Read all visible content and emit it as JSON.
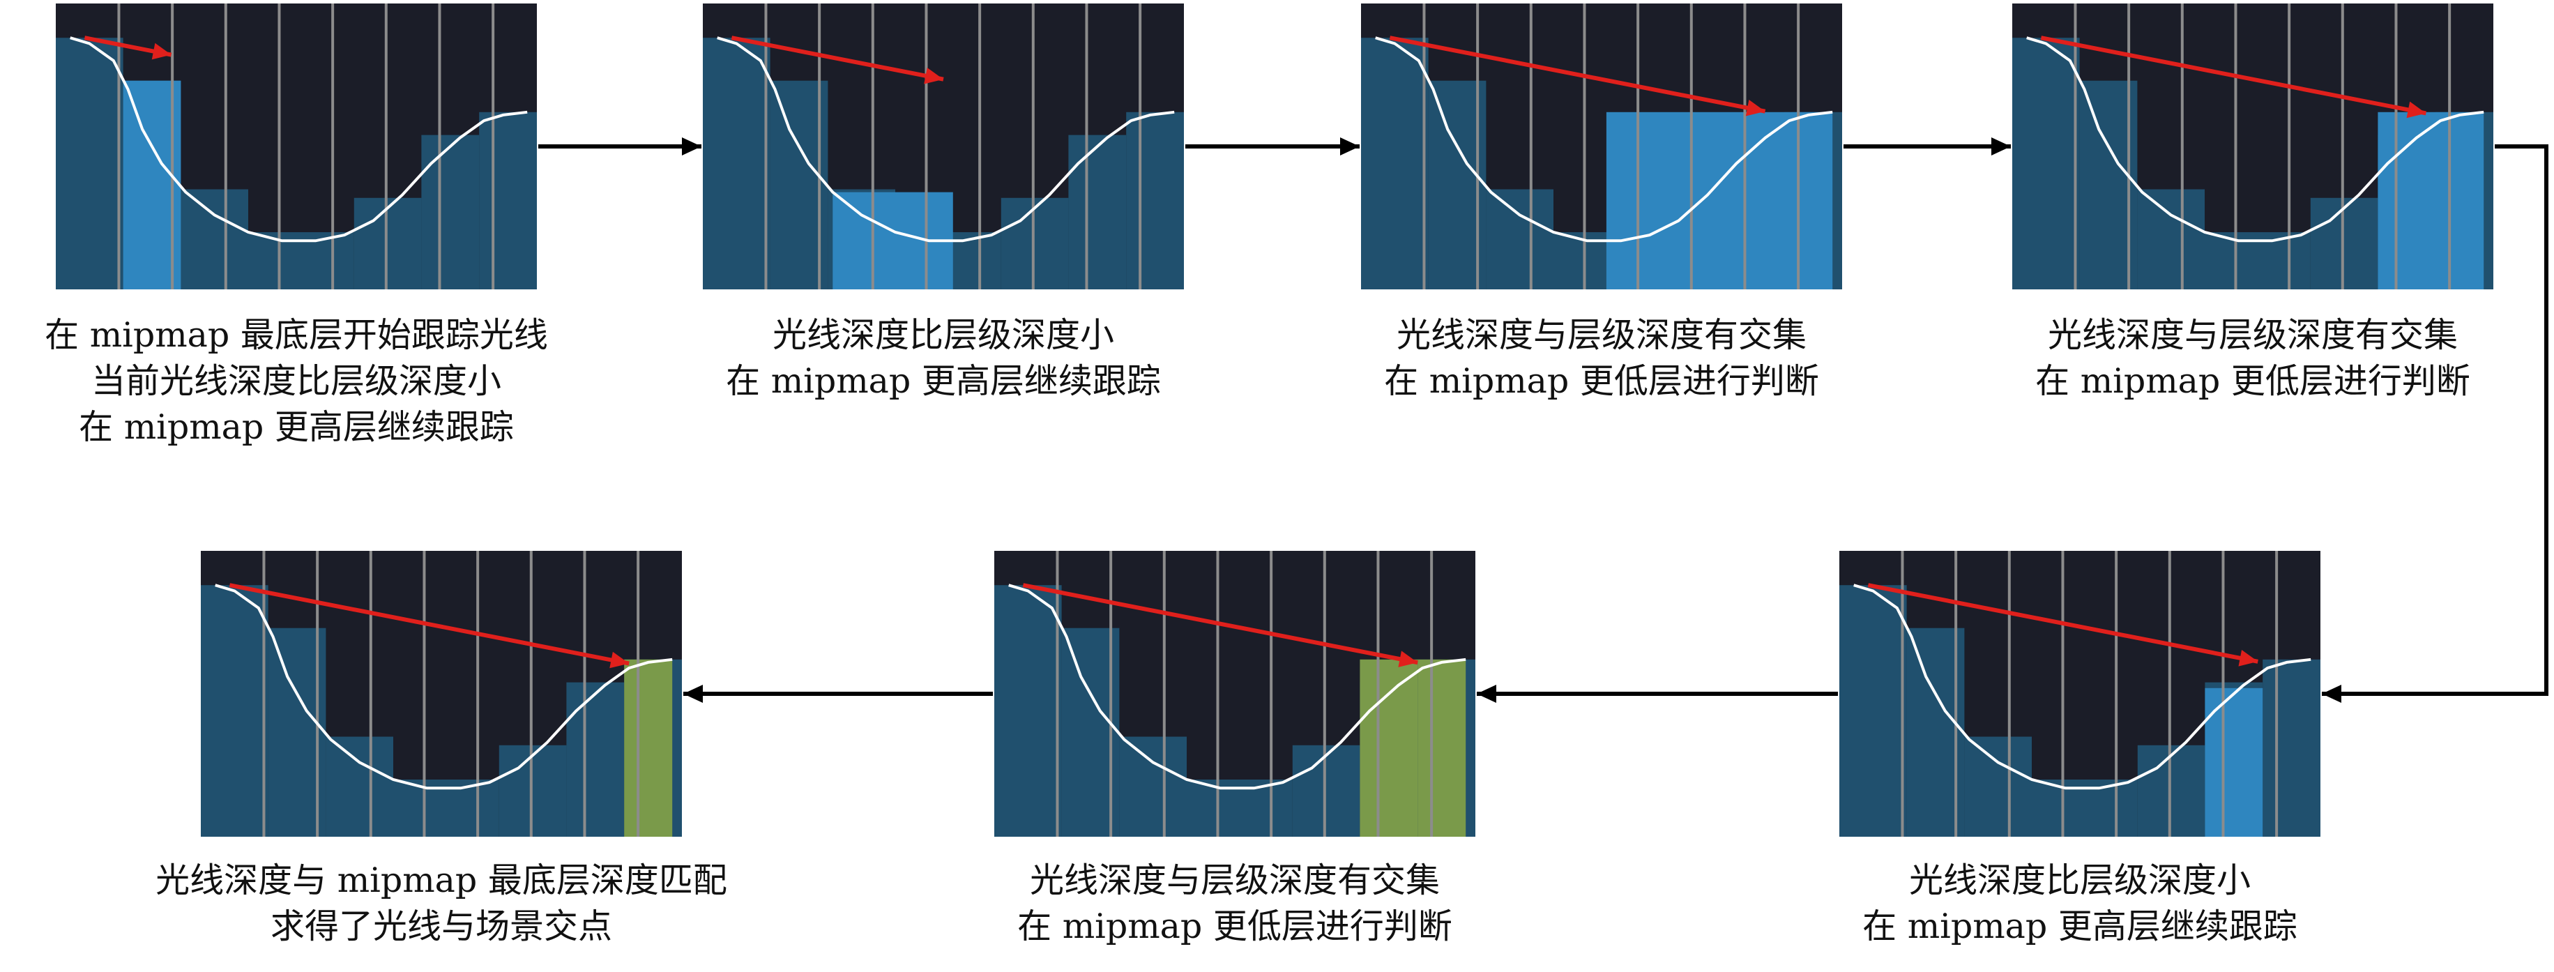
{
  "colors": {
    "background": "#1b1d28",
    "column": "#20506e",
    "highlight": "#2f86bf",
    "hit": "#7a9a4a",
    "gridline": "#8c8c8c",
    "depth_curve": "#ffffff",
    "ray": "#e0201c",
    "connector": "#000000"
  },
  "steps": [
    {
      "caption": [
        "在 mipmap 最底层开始跟踪光线",
        "当前光线深度比层级深度小",
        "在 mipmap 更高层继续跟踪"
      ],
      "highlight": "level0-start",
      "ray_end": 0.24
    },
    {
      "caption": [
        "光线深度比层级深度小",
        "在 mipmap 更高层继续跟踪"
      ],
      "highlight": "level1",
      "ray_end": 0.5
    },
    {
      "caption": [
        "光线深度与层级深度有交集",
        "在 mipmap 更低层进行判断"
      ],
      "highlight": "level2",
      "ray_end": 0.84
    },
    {
      "caption": [
        "光线深度与层级深度有交集",
        "在 mipmap 更低层进行判断"
      ],
      "highlight": "level1-right",
      "ray_end": 0.86
    },
    {
      "caption": [
        "光线深度比层级深度小",
        "在 mipmap 更高层继续跟踪"
      ],
      "highlight": "level0-pair",
      "ray_end": 0.87
    },
    {
      "caption": [
        "光线深度与层级深度有交集",
        "在 mipmap 更低层进行判断"
      ],
      "highlight": "level1-hit",
      "ray_end": 0.88
    },
    {
      "caption": [
        "光线深度与 mipmap 最底层深度匹配",
        "求得了光线与场景交点"
      ],
      "highlight": "level0-hit",
      "ray_end": 0.89
    }
  ]
}
